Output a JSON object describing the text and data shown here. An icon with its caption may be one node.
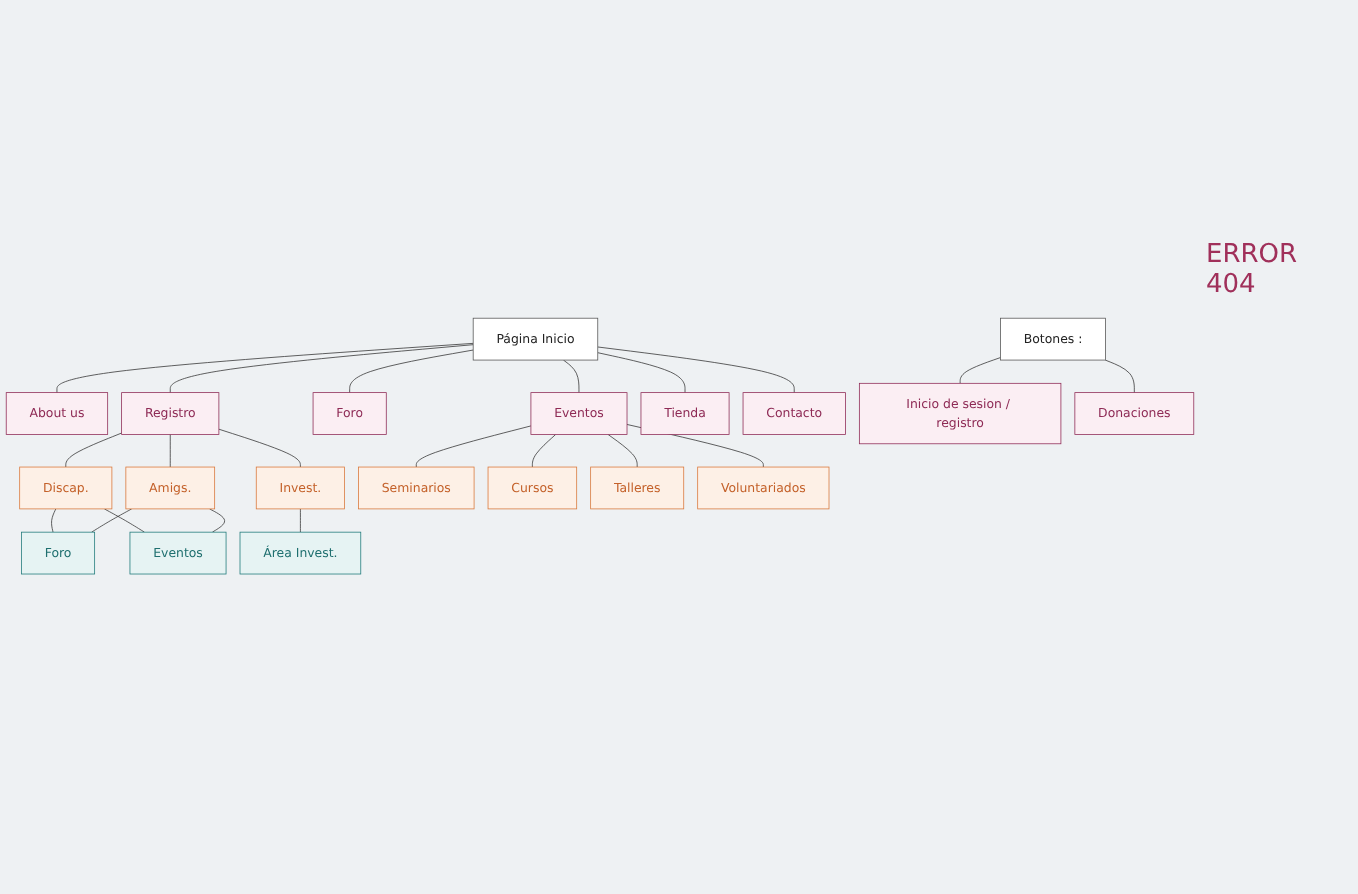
{
  "diagram": {
    "nodes": [
      {
        "text": [
          "Página Inicio"
        ]
      },
      {
        "text": [
          "About us"
        ]
      },
      {
        "text": [
          "Registro"
        ]
      },
      {
        "text": [
          "Foro"
        ]
      },
      {
        "text": [
          "Eventos"
        ]
      },
      {
        "text": [
          "Tienda"
        ]
      },
      {
        "text": [
          "Contacto"
        ]
      },
      {
        "text": [
          "Discap."
        ]
      },
      {
        "text": [
          "Amigs."
        ]
      },
      {
        "text": [
          "Invest."
        ]
      },
      {
        "text": [
          "Foro"
        ]
      },
      {
        "text": [
          "Eventos"
        ]
      },
      {
        "text": [
          "Área Invest."
        ]
      },
      {
        "text": [
          "Seminarios"
        ]
      },
      {
        "text": [
          "Cursos"
        ]
      },
      {
        "text": [
          "Talleres"
        ]
      },
      {
        "text": [
          "Voluntariados"
        ]
      },
      {
        "text": [
          "Botones :"
        ]
      },
      {
        "text": [
          "Inicio de sesion / registro"
        ]
      },
      {
        "text": [
          "Donaciones"
        ]
      }
    ],
    "edges": [
      {
        "from": 0,
        "to": 1,
        "arrow": "none"
      },
      {
        "from": 0,
        "to": 2,
        "arrow": "none"
      },
      {
        "from": 0,
        "to": 3,
        "arrow": "none"
      },
      {
        "from": 0,
        "to": 4,
        "arrow": "none"
      },
      {
        "from": 0,
        "to": 5,
        "arrow": "none"
      },
      {
        "from": 0,
        "to": 6,
        "arrow": "none"
      },
      {
        "from": 2,
        "to": 7,
        "arrow": "none"
      },
      {
        "from": 2,
        "to": 8,
        "arrow": "none"
      },
      {
        "from": 2,
        "to": 9,
        "arrow": "none"
      },
      {
        "from": 7,
        "to": 10,
        "arrow": "none"
      },
      {
        "from": 7,
        "to": 11,
        "arrow": "none"
      },
      {
        "from": 8,
        "to": 10,
        "arrow": "none"
      },
      {
        "from": 8,
        "to": 11,
        "arrow": "none"
      },
      {
        "from": 9,
        "to": 12,
        "arrow": "none"
      },
      {
        "from": 4,
        "to": 13,
        "arrow": "none"
      },
      {
        "from": 4,
        "to": 14,
        "arrow": "none"
      },
      {
        "from": 4,
        "to": 15,
        "arrow": "none"
      },
      {
        "from": 4,
        "to": 16,
        "arrow": "none"
      },
      {
        "from": 17,
        "to": 18,
        "arrow": "none"
      },
      {
        "from": 17,
        "to": 19,
        "arrow": "none"
      }
    ],
    "labels": [
      "ERROR 404"
    ]
  }
}
